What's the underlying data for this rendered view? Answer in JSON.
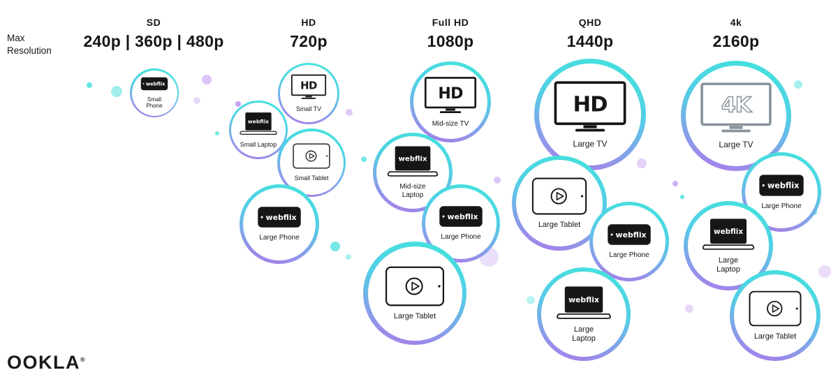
{
  "header": {
    "axis_label": "Max\nResolution",
    "columns": [
      {
        "name": "SD",
        "resolution": "240p | 360p | 480p"
      },
      {
        "name": "HD",
        "resolution": "720p"
      },
      {
        "name": "Full HD",
        "resolution": "1080p"
      },
      {
        "name": "QHD",
        "resolution": "1440p"
      },
      {
        "name": "4k",
        "resolution": "2160p"
      }
    ]
  },
  "brand": "webflix",
  "bubbles": [
    {
      "id": "sd-small-phone",
      "column": "SD",
      "device": "Small\nPhone",
      "icon": "phone"
    },
    {
      "id": "hd-small-tv",
      "column": "HD",
      "device": "Small TV",
      "icon": "tv",
      "screen_text": "HD"
    },
    {
      "id": "hd-small-laptop",
      "column": "HD",
      "device": "Small Laptop",
      "icon": "laptop"
    },
    {
      "id": "hd-small-tablet",
      "column": "HD",
      "device": "Small Tablet",
      "icon": "tablet"
    },
    {
      "id": "hd-large-phone",
      "column": "HD",
      "device": "Large Phone",
      "icon": "phone"
    },
    {
      "id": "fhd-mid-tv",
      "column": "Full HD",
      "device": "Mid-size TV",
      "icon": "tv",
      "screen_text": "HD"
    },
    {
      "id": "fhd-mid-laptop",
      "column": "Full HD",
      "device": "Mid-size\nLaptop",
      "icon": "laptop"
    },
    {
      "id": "fhd-large-phone",
      "column": "Full HD",
      "device": "Large Phone",
      "icon": "phone"
    },
    {
      "id": "fhd-large-tablet",
      "column": "Full HD",
      "device": "Large Tablet",
      "icon": "tablet"
    },
    {
      "id": "qhd-large-tv",
      "column": "QHD",
      "device": "Large TV",
      "icon": "tv",
      "screen_text": "HD"
    },
    {
      "id": "qhd-large-tablet",
      "column": "QHD",
      "device": "Large Tablet",
      "icon": "tablet"
    },
    {
      "id": "qhd-large-phone",
      "column": "QHD",
      "device": "Large Phone",
      "icon": "phone"
    },
    {
      "id": "qhd-large-laptop",
      "column": "QHD",
      "device": "Large\nLaptop",
      "icon": "laptop"
    },
    {
      "id": "uhd-large-tv",
      "column": "4k",
      "device": "Large TV",
      "icon": "tv",
      "screen_text": "4K",
      "muted": true
    },
    {
      "id": "uhd-large-phone",
      "column": "4k",
      "device": "Large Phone",
      "icon": "phone"
    },
    {
      "id": "uhd-large-laptop",
      "column": "4k",
      "device": "Large\nLaptop",
      "icon": "laptop"
    },
    {
      "id": "uhd-large-tablet",
      "column": "4k",
      "device": "Large Tablet",
      "icon": "tablet"
    }
  ],
  "footer": {
    "logo": "OOKLA",
    "registered_mark": "®"
  },
  "colors": {
    "cyan": "#43E2DC",
    "purple": "#AC7BEA",
    "ink": "#161616",
    "muted_gray": "#8A939A"
  }
}
